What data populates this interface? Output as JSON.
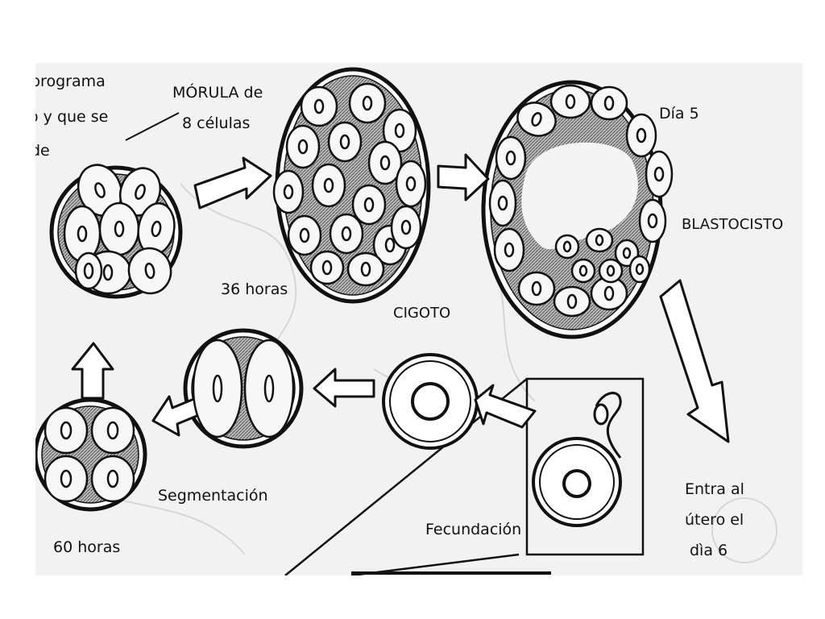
{
  "diagram": {
    "colors": {
      "paper": "#f2f2f2",
      "ink": "#111111",
      "cell_fill": "#f7f7f7",
      "shade": "#9a9a9a"
    },
    "cut_text": {
      "line_1": "programa",
      "line_2": "o y que se",
      "line_3": "de"
    },
    "labels": {
      "morula_line_1": "MÓRULA de",
      "morula_line_2": "8 células",
      "dia5": "Día 5",
      "blastocisto": "BLASTOCISTO",
      "horas36": "36 horas",
      "cigoto": "CIGOTO",
      "horas60": "60 horas",
      "segmentacion": "Segmentación",
      "fecundacion": "Fecundación",
      "entra_line_1": "Entra al",
      "entra_line_2": "útero el",
      "entra_line_3": "dìa 6"
    },
    "stages": [
      "cigoto",
      "segmentacion-2",
      "segmentacion-4",
      "morula-8",
      "morula-16",
      "blastocisto"
    ]
  }
}
